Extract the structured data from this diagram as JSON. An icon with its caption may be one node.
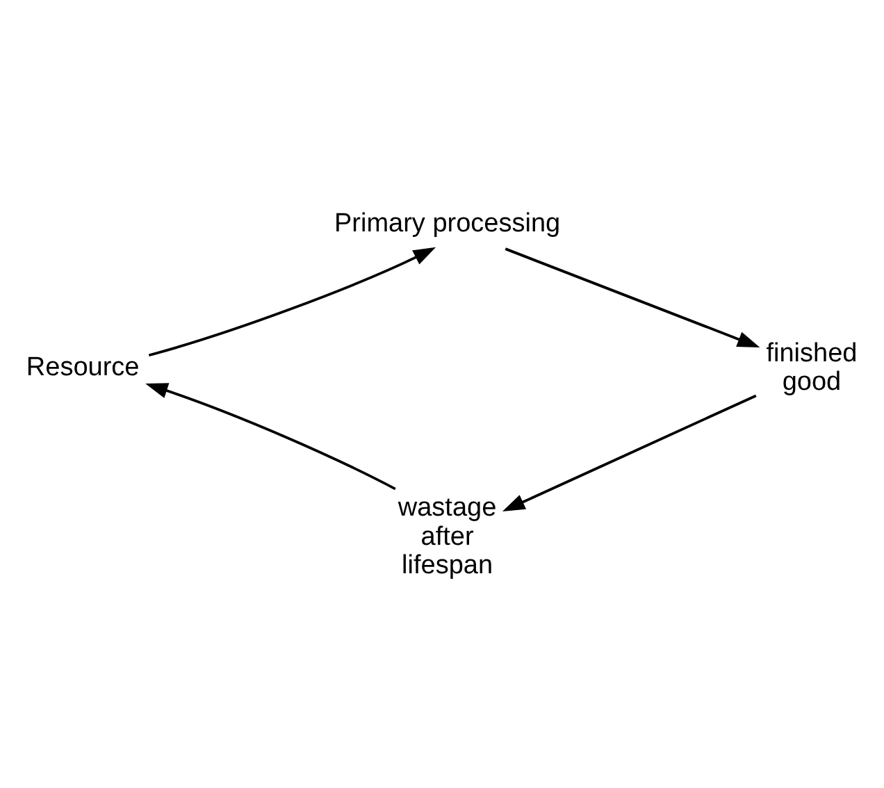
{
  "diagram": {
    "nodes": [
      {
        "text": [
          "Primary processing"
        ]
      },
      {
        "text": [
          "finished good"
        ]
      },
      {
        "text": [
          "wastage after lifespan"
        ]
      },
      {
        "text": [
          "Resource"
        ]
      }
    ],
    "edges": [
      {
        "from": 3,
        "to": 0,
        "arrow": "to"
      },
      {
        "from": 0,
        "to": 1,
        "arrow": "to"
      },
      {
        "from": 1,
        "to": 2,
        "arrow": "to"
      },
      {
        "from": 2,
        "to": 3,
        "arrow": "to"
      }
    ]
  }
}
